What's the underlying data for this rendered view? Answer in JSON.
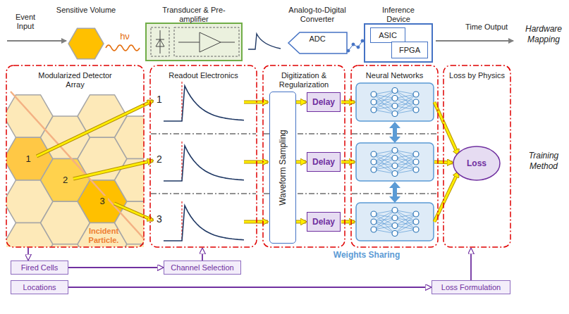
{
  "diagram": {
    "nodes": [
      {
        "text": [
          "Sensitive Volume"
        ]
      },
      {
        "text": [
          "Transducer & Pre-amplifier"
        ]
      },
      {
        "text": [
          "Analog-to-Digital Converter",
          "ADC"
        ]
      },
      {
        "text": [
          "Inference Device"
        ]
      },
      {
        "text": [
          "ASIC"
        ],
        "in": 3
      },
      {
        "text": [
          "FPGA"
        ],
        "in": 3
      },
      {
        "text": [
          "Modularized Detector Array"
        ]
      },
      {
        "text": [
          "Readout Electronics"
        ]
      },
      {
        "text": [
          "Digitization & Regularization"
        ]
      },
      {
        "text": [
          "Waveform Sampling"
        ],
        "in": 8
      },
      {
        "text": [
          "Delay"
        ],
        "in": 8
      },
      {
        "text": [
          "Delay"
        ],
        "in": 8
      },
      {
        "text": [
          "Delay"
        ],
        "in": 8
      },
      {
        "text": [
          "Neural Networks"
        ]
      },
      {
        "text": [
          "Loss by Physics"
        ]
      },
      {
        "text": [
          "Loss"
        ],
        "in": 14
      },
      {
        "text": [
          "Fired Cells"
        ]
      },
      {
        "text": [
          "Channel Selection"
        ]
      },
      {
        "text": [
          "Locations"
        ]
      },
      {
        "text": [
          "Loss Formulation"
        ]
      }
    ],
    "edges": [
      {
        "from": 9,
        "to": 10,
        "arrow": "to"
      },
      {
        "from": 9,
        "to": 11,
        "arrow": "to"
      },
      {
        "from": 9,
        "to": 12,
        "arrow": "to"
      },
      {
        "from": 6,
        "to": 16,
        "arrow": "to"
      },
      {
        "from": 16,
        "to": 17,
        "arrow": "to"
      },
      {
        "from": 17,
        "to": 7,
        "arrow": "to"
      },
      {
        "from": 18,
        "to": 19,
        "arrow": "to"
      },
      {
        "from": 19,
        "to": 14,
        "arrow": "to"
      }
    ],
    "labels": [
      "Event Input",
      "hν",
      "Time Output",
      "Hardware Mapping",
      "Training Method",
      "1",
      "2",
      "3",
      "Incident Particle.",
      "1",
      "2",
      "3",
      "Weights Sharing"
    ]
  }
}
